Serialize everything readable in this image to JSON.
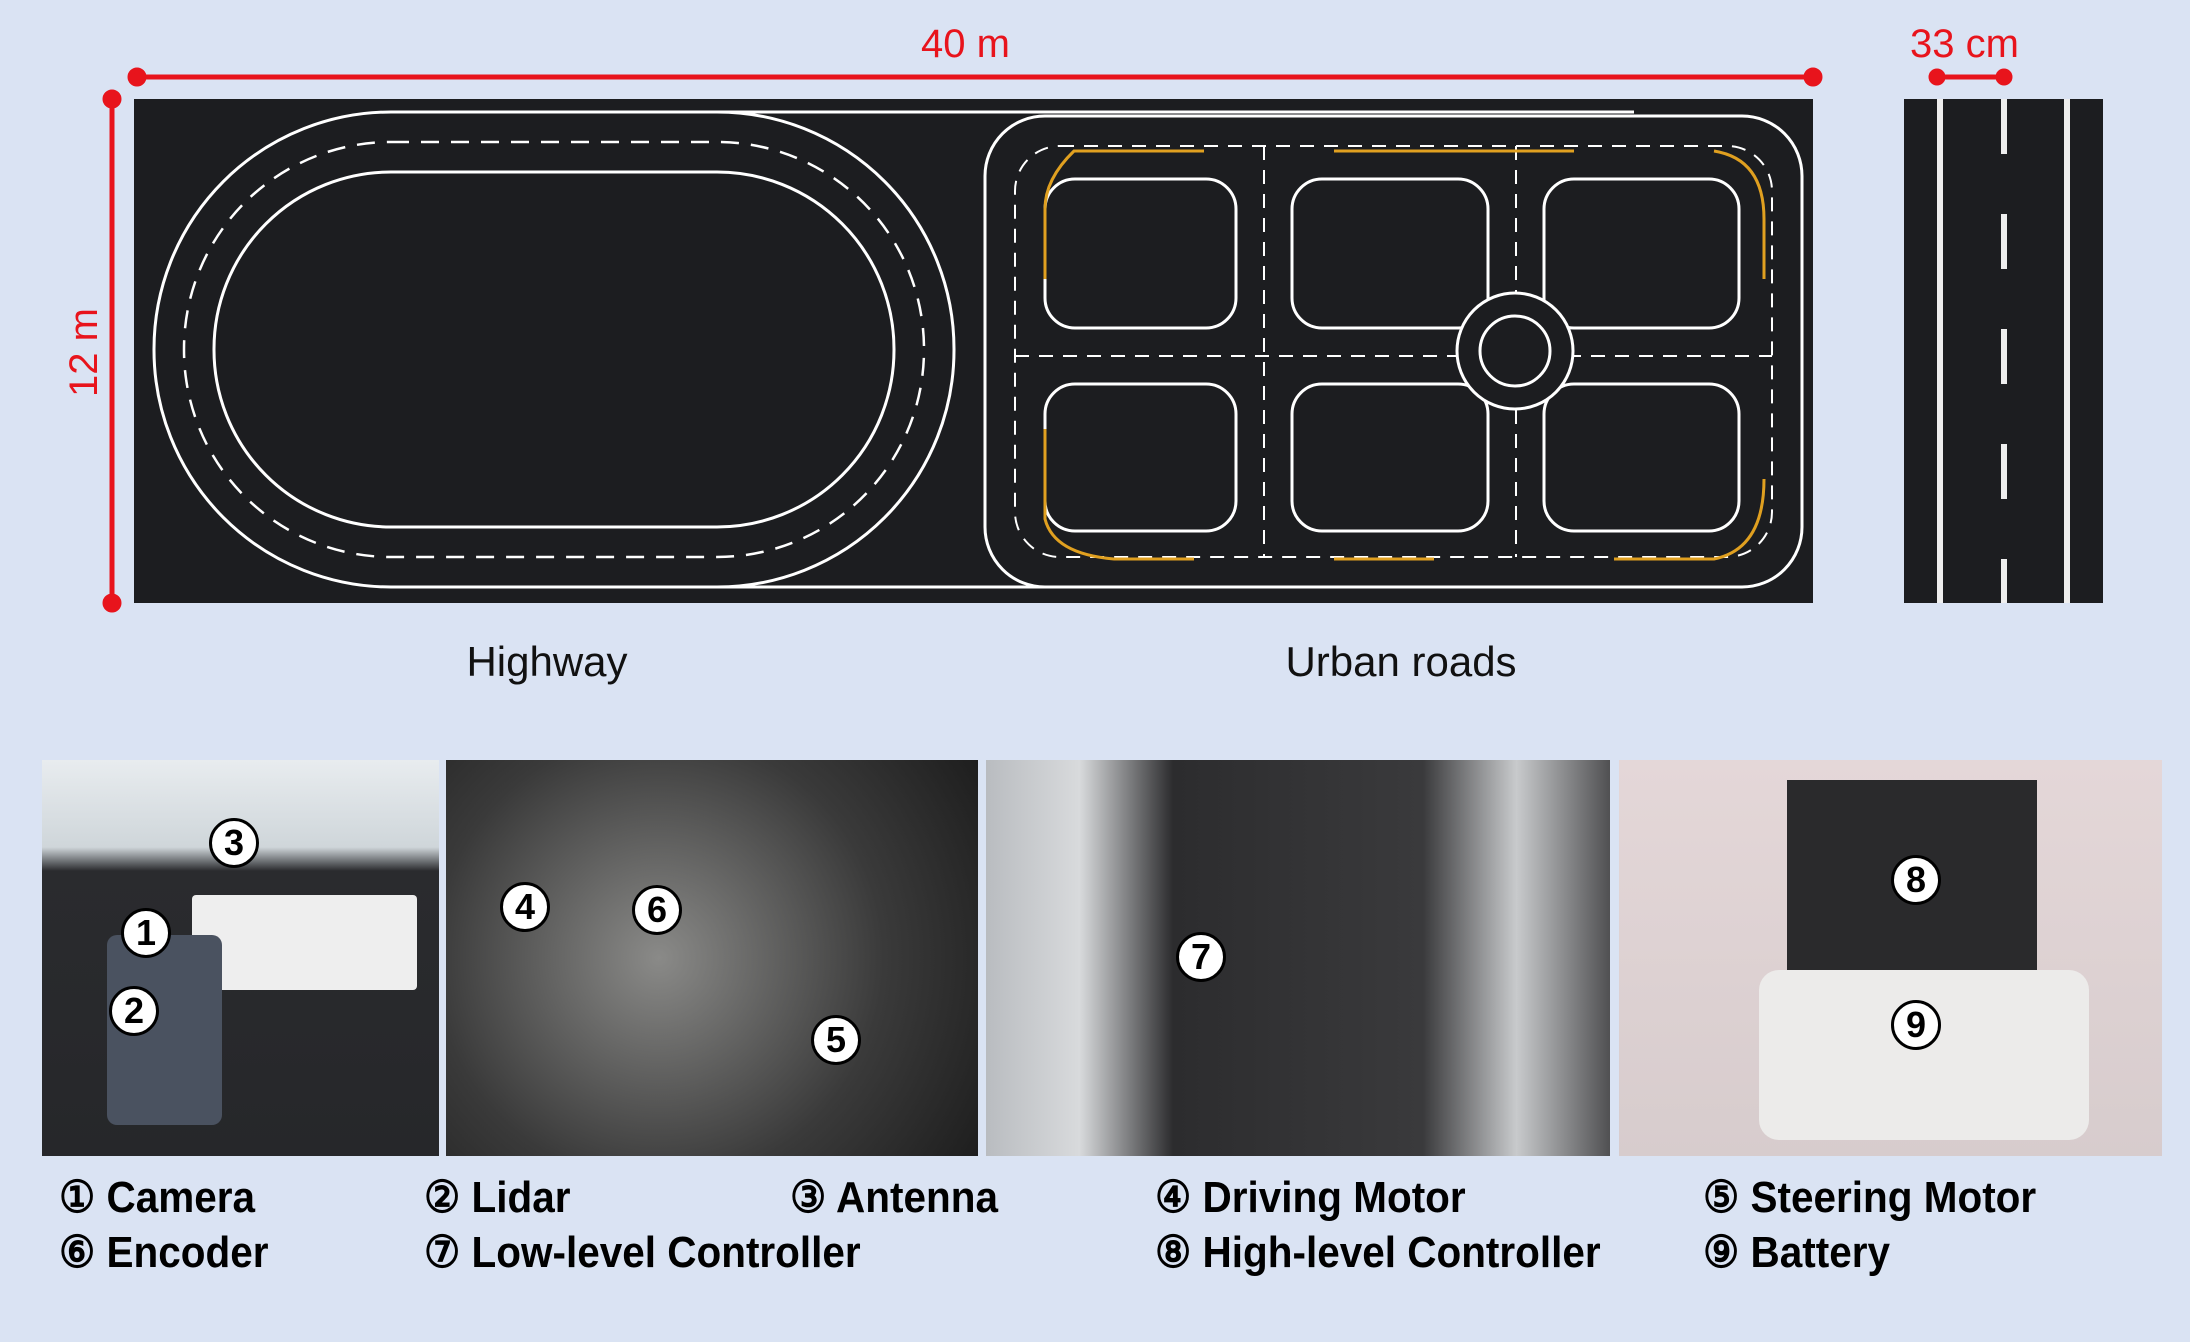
{
  "dimensions": {
    "track_length": "40 m",
    "track_width": "12 m",
    "lane_width": "33 cm"
  },
  "captions": {
    "highway": "Highway",
    "urban": "Urban roads"
  },
  "badges": [
    "1",
    "2",
    "3",
    "4",
    "5",
    "6",
    "7",
    "8",
    "9"
  ],
  "legend": [
    {
      "num": "①",
      "label": "Camera"
    },
    {
      "num": "②",
      "label": "Lidar"
    },
    {
      "num": "③",
      "label": "Antenna"
    },
    {
      "num": "④",
      "label": "Driving Motor"
    },
    {
      "num": "⑤",
      "label": "Steering Motor"
    },
    {
      "num": "⑥",
      "label": "Encoder"
    },
    {
      "num": "⑦",
      "label": "Low-level Controller"
    },
    {
      "num": "⑧",
      "label": "High-level Controller"
    },
    {
      "num": "⑨",
      "label": "Battery"
    }
  ],
  "colors": {
    "background": "#dae3f3",
    "dimension": "#e8141c",
    "track": "#1c1d20",
    "lane_yellow": "#e0a020"
  }
}
